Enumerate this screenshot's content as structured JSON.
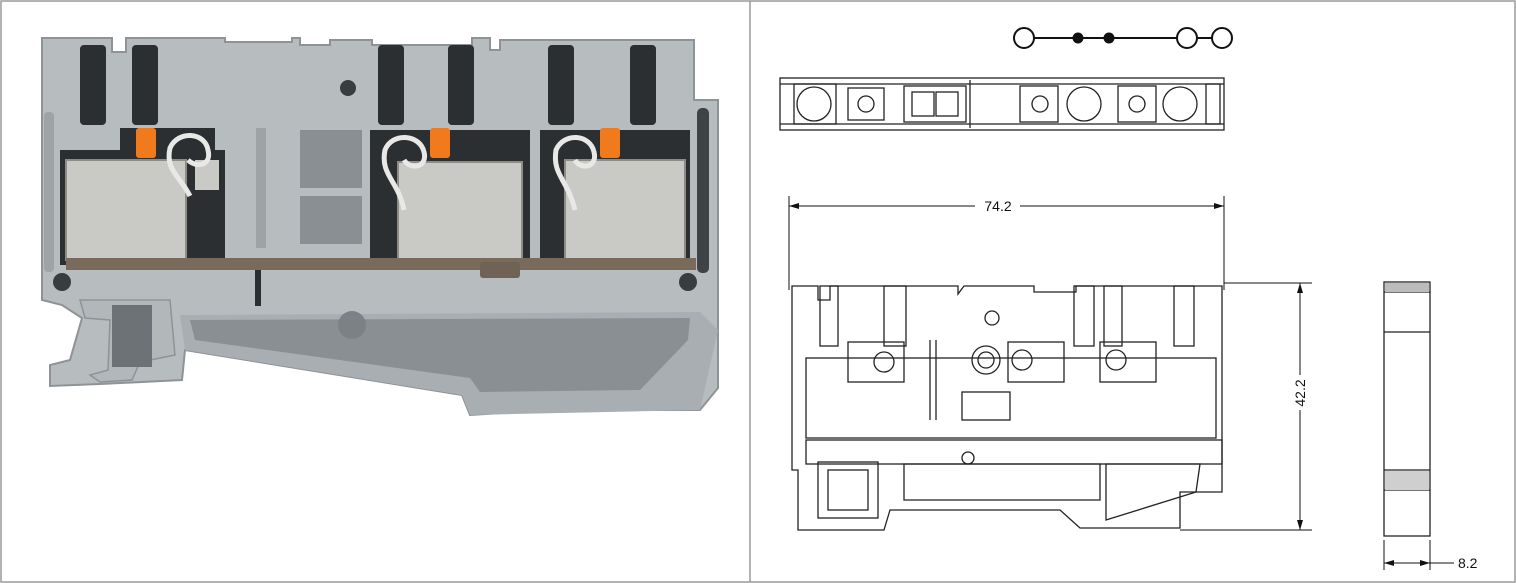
{
  "dimensions": {
    "width_label": "74.2",
    "height_label": "42.2",
    "depth_label": "8.2"
  },
  "colors": {
    "housing_gray": "#b7bcbf",
    "housing_dark": "#8e9397",
    "cavity": "#2c2f31",
    "metal": "#c9c9c6",
    "metal_dark": "#8f8c86",
    "busbar": "#7a6a5c",
    "push_button": "#f07a1c",
    "line": "#111111"
  },
  "icons": {
    "circuit_symbol": "terminal-circuit-symbol-icon",
    "product_photo": "terminal-block-photo"
  }
}
